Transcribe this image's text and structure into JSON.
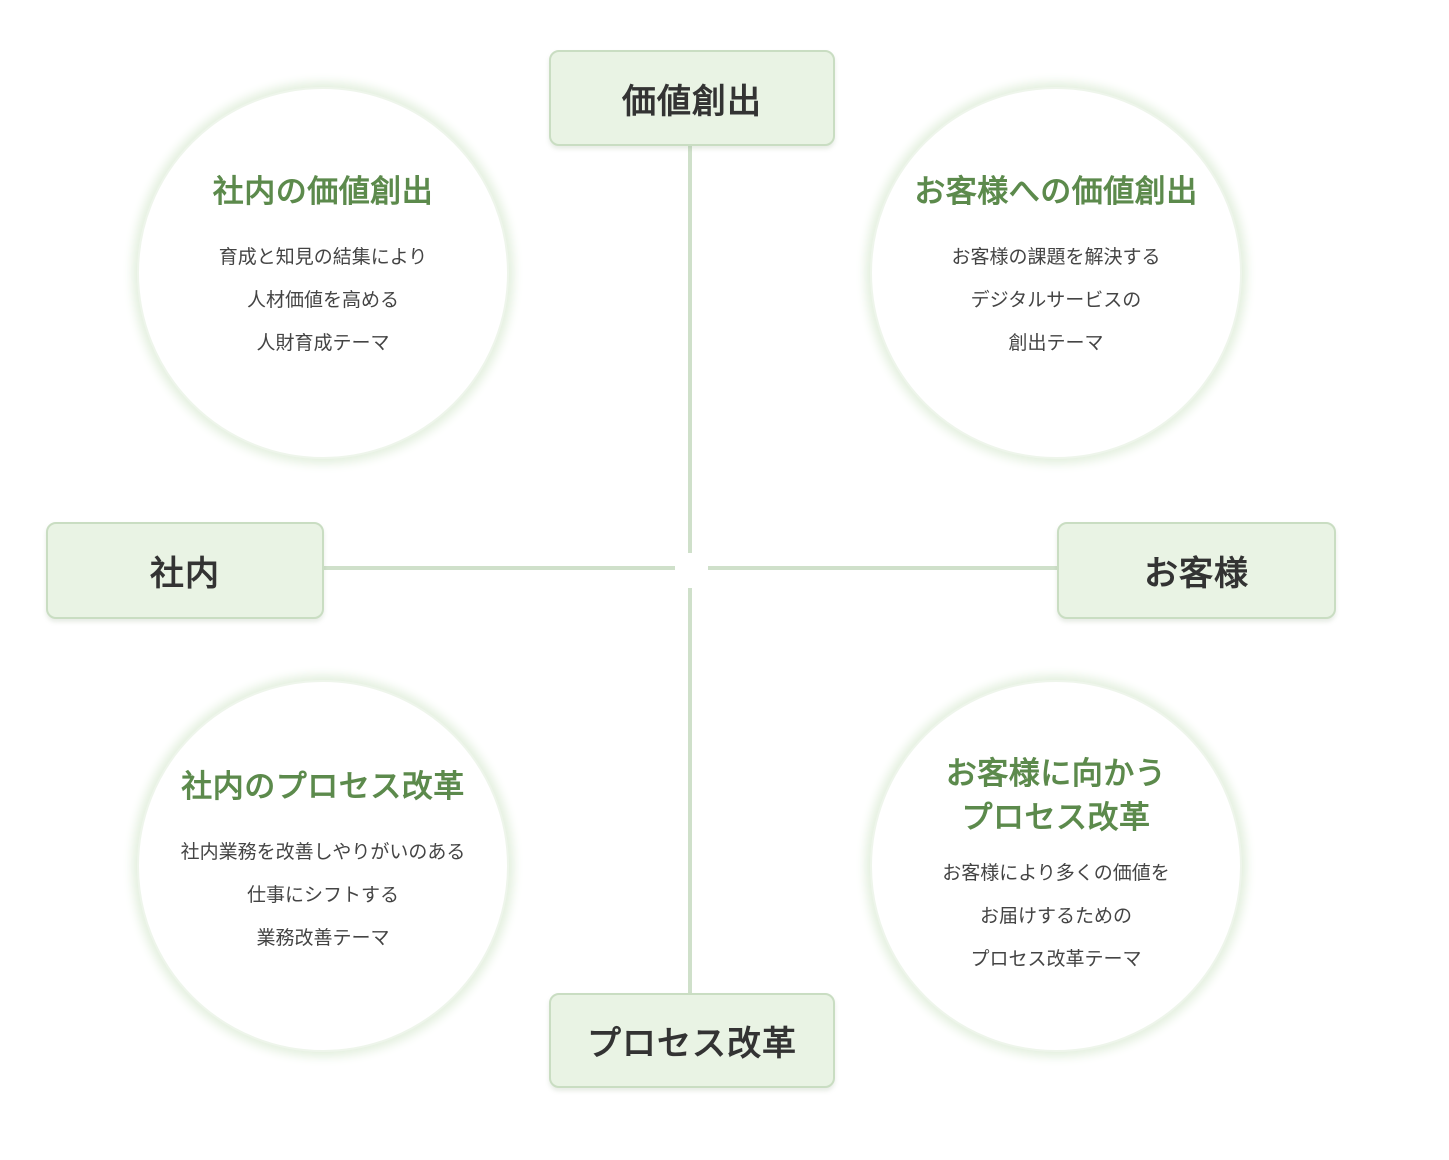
{
  "axes": {
    "top": "価値創出",
    "bottom": "プロセス改革",
    "left": "社内",
    "right": "お客様"
  },
  "quadrants": {
    "top_left": {
      "title": "社内の価値創出",
      "lines": [
        "育成と知見の結集により",
        "人材価値を高める",
        "人財育成テーマ"
      ]
    },
    "top_right": {
      "title": "お客様への価値創出",
      "lines": [
        "お客様の課題を解決する",
        "デジタルサービスの",
        "創出テーマ"
      ]
    },
    "bottom_left": {
      "title": "社内のプロセス改革",
      "lines": [
        "社内業務を改善しやりがいのある",
        "仕事にシフトする",
        "業務改善テーマ"
      ]
    },
    "bottom_right": {
      "title": "お客様に向かう\nプロセス改革",
      "lines": [
        "お客様により多くの価値を",
        "お届けするための",
        "プロセス改革テーマ"
      ]
    }
  },
  "colors": {
    "title_green": "#5c8a4c",
    "label_fill": "#e9f3e4",
    "label_border": "#c9ddc2",
    "axis_line": "#cfe0ca"
  }
}
